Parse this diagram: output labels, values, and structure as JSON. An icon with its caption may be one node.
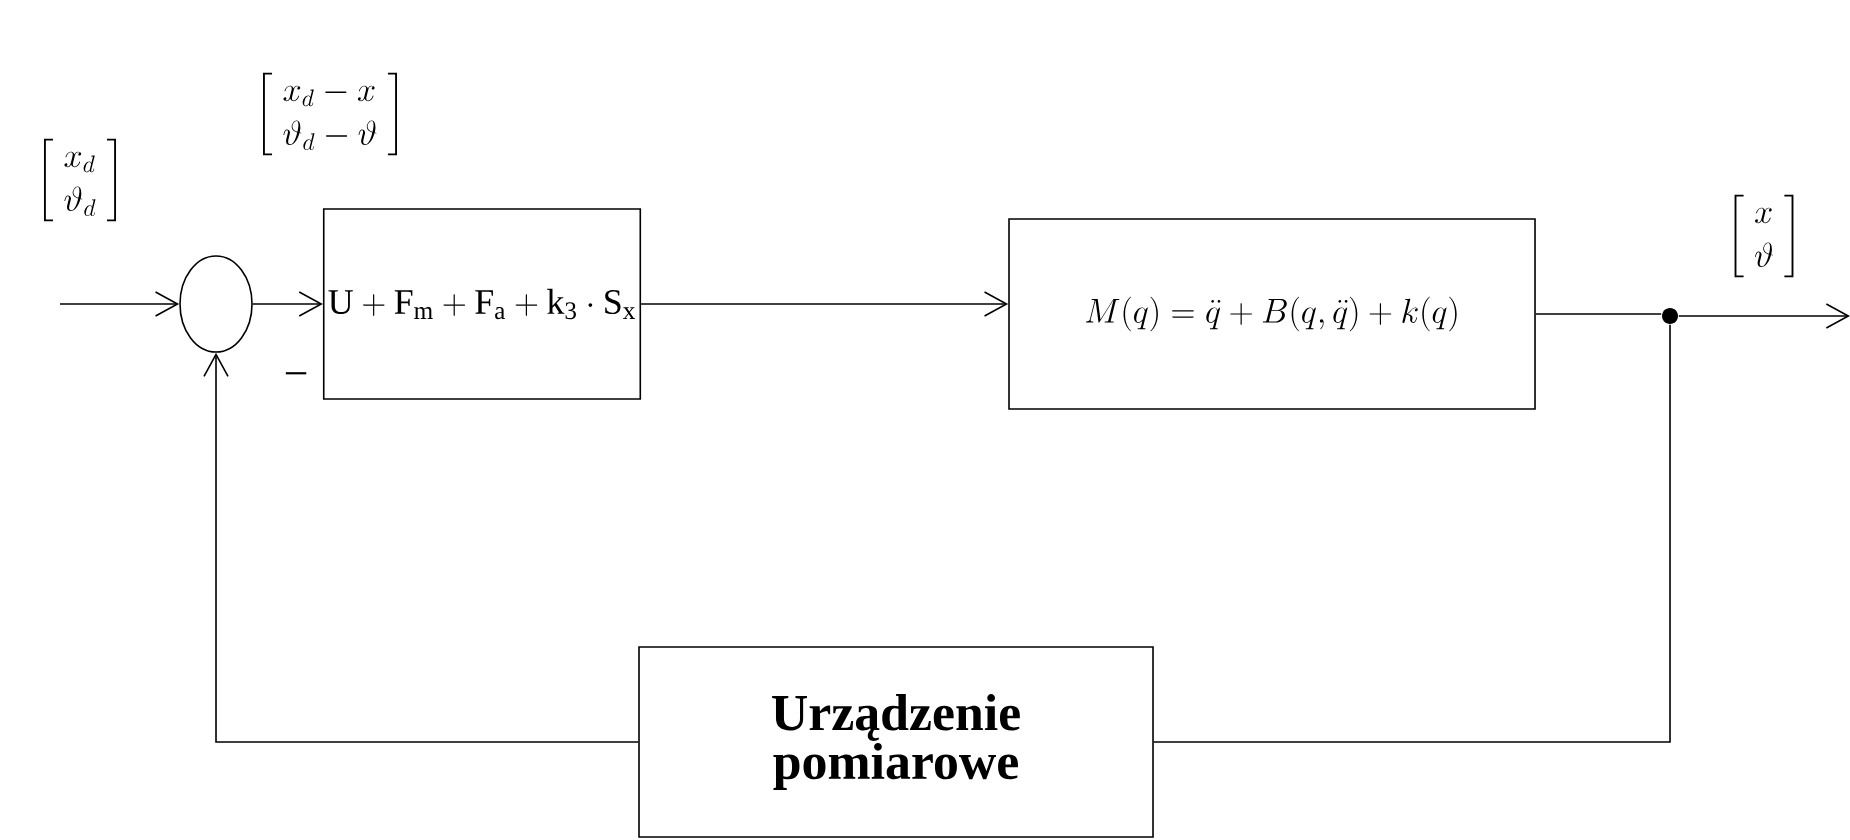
{
  "diagram": {
    "nodes": [
      {
        "text": [],
        "shape": "circle"
      },
      {
        "text": [
          "\\mathrm{U + F_m + F_a + k_3 \\cdot S_x}"
        ]
      },
      {
        "text": [
          "M(q)=\\ddot{q}+B(q,\\ddot{q})+k(q)"
        ]
      },
      {
        "text": [],
        "shape": "dot"
      },
      {
        "text": [
          "Urządzenie pomiarowe"
        ]
      }
    ],
    "edges": [
      {
        "from": null,
        "to": 0,
        "arrow": "to"
      },
      {
        "from": 0,
        "to": 1,
        "arrow": "to"
      },
      {
        "from": 1,
        "to": 2,
        "arrow": "to"
      },
      {
        "from": 2,
        "to": 3,
        "arrow": "none"
      },
      {
        "from": 3,
        "to": null,
        "arrow": "to"
      },
      {
        "from": 3,
        "to": 4,
        "arrow": "none"
      },
      {
        "from": 4,
        "to": 0,
        "arrow": "to"
      }
    ],
    "labels": [
      "\\left[\\begin{array}{l} x_d \\\\ \\vartheta_d \\end{array}\\right]",
      "\\left[\\begin{array}{l} x_d - x \\\\ \\vartheta_d - \\vartheta \\end{array}\\right]",
      "\\left[\\begin{array}{l} x \\\\ \\vartheta \\end{array}\\right]",
      "−"
    ]
  }
}
